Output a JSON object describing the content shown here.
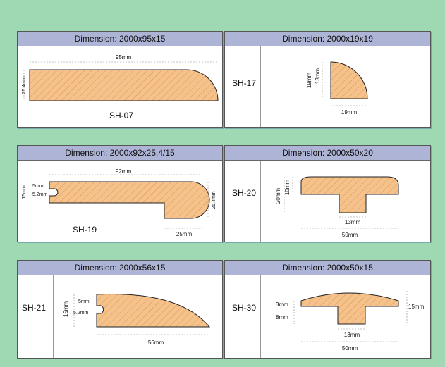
{
  "colors": {
    "background": "#9ed9b3",
    "header": "#aeb4d6",
    "wood": "#f6c28c",
    "hatch": "#d9954f"
  },
  "panels": [
    {
      "id": "sh07",
      "title": "Dimension: 2000x95x15",
      "code": "SH-07",
      "labels": [
        "95mm",
        "25.4mm"
      ]
    },
    {
      "id": "sh17",
      "title": "Dimension: 2000x19x19",
      "code": "SH-17",
      "labels": [
        "19mm",
        "13mm",
        "19mm"
      ]
    },
    {
      "id": "sh19",
      "title": "Dimension: 2000x92x25.4/15",
      "code": "SH-19",
      "labels": [
        "92mm",
        "5mm",
        "5.2mm",
        "15mm",
        "25.4mm",
        "25mm"
      ]
    },
    {
      "id": "sh20",
      "title": "Dimension: 2000x50x20",
      "code": "SH-20",
      "labels": [
        "10mm",
        "20mm",
        "13mm",
        "50mm"
      ]
    },
    {
      "id": "sh21",
      "title": "Dimension: 2000x56x15",
      "code": "SH-21",
      "labels": [
        "5mm",
        "5.2mm",
        "15mm",
        "56mm"
      ]
    },
    {
      "id": "sh30",
      "title": "Dimension: 2000x50x15",
      "code": "SH-30",
      "labels": [
        "3mm",
        "8mm",
        "15mm",
        "13mm",
        "50mm"
      ]
    }
  ]
}
